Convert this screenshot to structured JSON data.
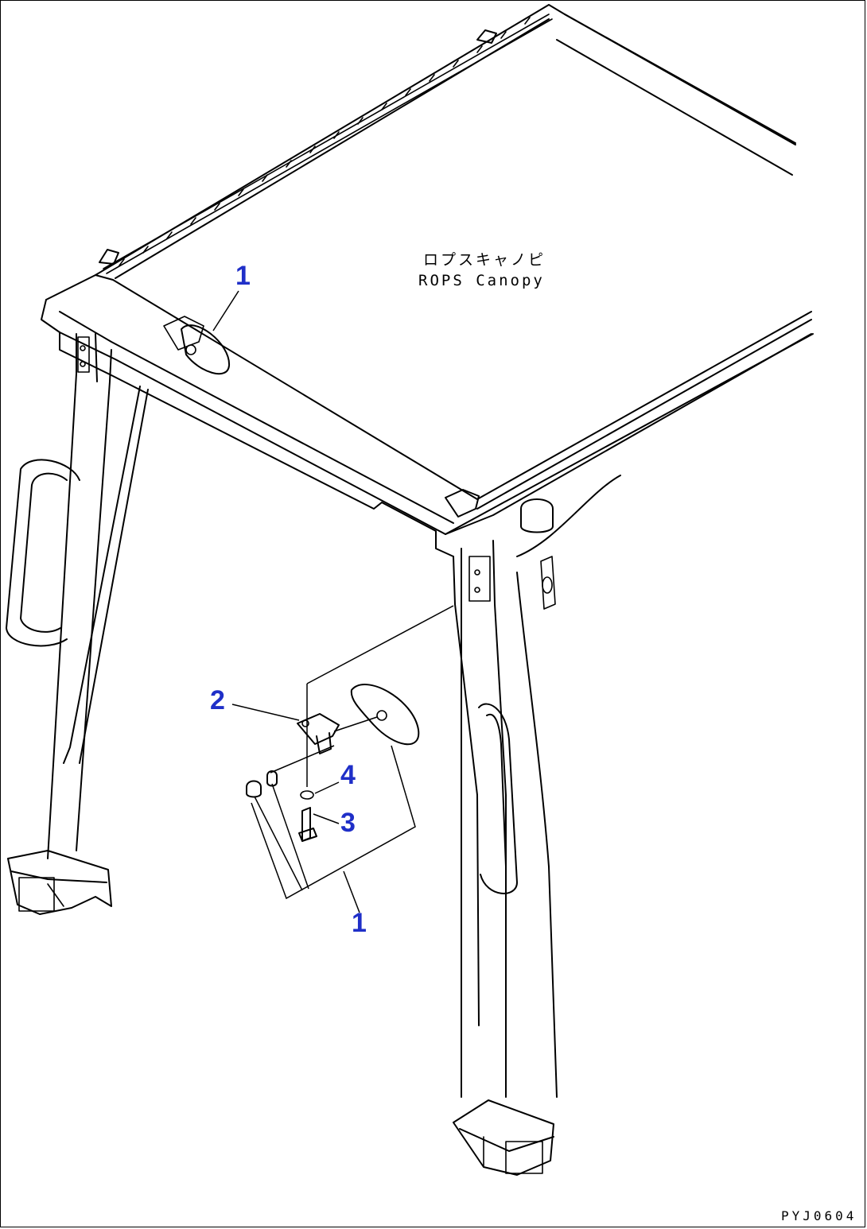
{
  "diagram": {
    "part_label_jp": "ロプスキャノピ",
    "part_label_en": "ROPS Canopy",
    "drawing_code": "PYJ0604",
    "callouts": [
      {
        "id": "1"
      },
      {
        "id": "2"
      },
      {
        "id": "4"
      },
      {
        "id": "3"
      },
      {
        "id": "1"
      }
    ],
    "callout_color": "#1f2fc8"
  }
}
